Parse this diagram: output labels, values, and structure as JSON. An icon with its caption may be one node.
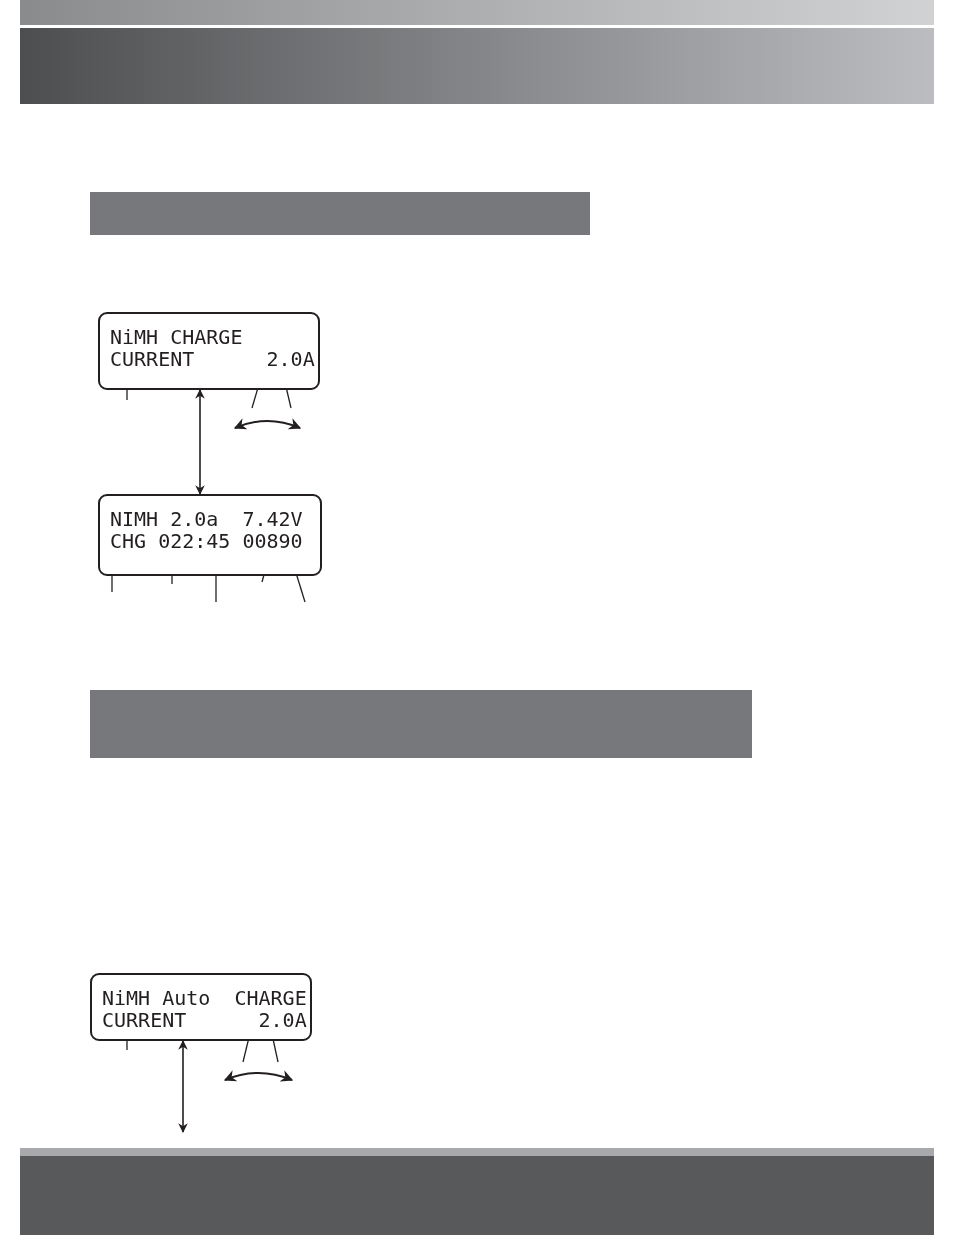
{
  "diagram": {
    "nodes": [
      {
        "text": [],
        "shape": "bar"
      },
      {
        "text": [
          "NiMH CHARGE",
          "CURRENT      2.0A"
        ]
      },
      {
        "text": [
          "NIMH 2.0a  7.42V",
          "CHG 022:45 00890"
        ]
      },
      {
        "text": [],
        "shape": "bar"
      },
      {
        "text": [
          "NiMH Auto  CHARGE",
          "CURRENT      2.0A"
        ]
      }
    ],
    "edges": [
      {
        "from": 1,
        "to": 2,
        "arrow": "both"
      },
      {
        "from": null,
        "to": 1,
        "arrow": "none"
      },
      {
        "from": null,
        "to": 1,
        "arrow": "none"
      },
      {
        "from": null,
        "to": 1,
        "arrow": "none"
      },
      {
        "from": null,
        "to": 2,
        "arrow": "none"
      },
      {
        "from": null,
        "to": 2,
        "arrow": "none"
      },
      {
        "from": null,
        "to": 2,
        "arrow": "none"
      },
      {
        "from": null,
        "to": 2,
        "arrow": "none"
      },
      {
        "from": null,
        "to": 2,
        "arrow": "none"
      },
      {
        "from": null,
        "to": 4,
        "arrow": "none"
      },
      {
        "from": null,
        "to": 4,
        "arrow": "none"
      },
      {
        "from": null,
        "to": 4,
        "arrow": "none"
      },
      {
        "from": 4,
        "to": null,
        "arrow": "both"
      }
    ]
  }
}
